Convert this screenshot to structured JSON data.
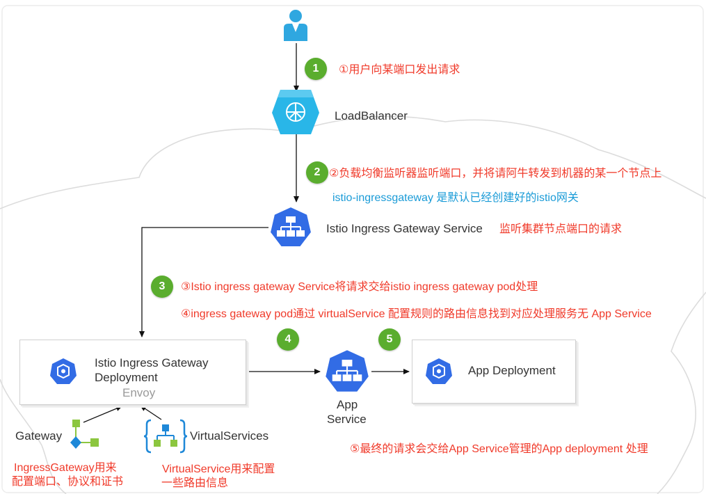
{
  "steps": [
    "1",
    "2",
    "3",
    "4",
    "5"
  ],
  "labels": {
    "load_balancer": "LoadBalancer",
    "istio_gateway_service": "Istio Ingress Gateway Service",
    "deployment_line1": "Istio Ingress Gateway",
    "deployment_line2": "Deployment",
    "envoy": "Envoy",
    "app_service_line1": "App",
    "app_service_line2": "Service",
    "app_deployment": "App Deployment",
    "gateway": "Gateway",
    "virtual_services": "VirtualServices"
  },
  "annotations": {
    "step1": "①用户向某端口发出请求",
    "step2": "②负载均衡监听器监听端口，并将请阿牛转发到机器的某一个节点上",
    "ingress_default": "istio-ingressgateway 是默认已经创建好的istio网关",
    "listen_nodes": "监听集群节点端口的请求",
    "step3": "③Istio ingress gateway Service将请求交给istio ingress gateway pod处理",
    "step4": "④ingress gateway pod通过 virtualService 配置规则的路由信息找到对应处理服务无 App Service",
    "gateway_note_line1": "IngressGateway用来",
    "gateway_note_line2": "配置端口、协议和证书",
    "vs_note_line1": "VirtualService用来配置",
    "vs_note_line2": "一些路由信息",
    "step5": "⑤最终的请求会交给App Service管理的App deployment 处理"
  },
  "colors": {
    "annotation_red": "#f03a2a",
    "annotation_blue": "#1a9bd7",
    "step_green": "#5aad2e",
    "k8s_blue": "#326ce5",
    "lb_cyan": "#29b6e8",
    "gateway_green": "#8cc63f"
  },
  "icons": [
    "user-icon",
    "load-balancer-icon",
    "k8s-service-icon",
    "k8s-deployment-icon",
    "gateway-icon",
    "virtual-service-icon"
  ]
}
